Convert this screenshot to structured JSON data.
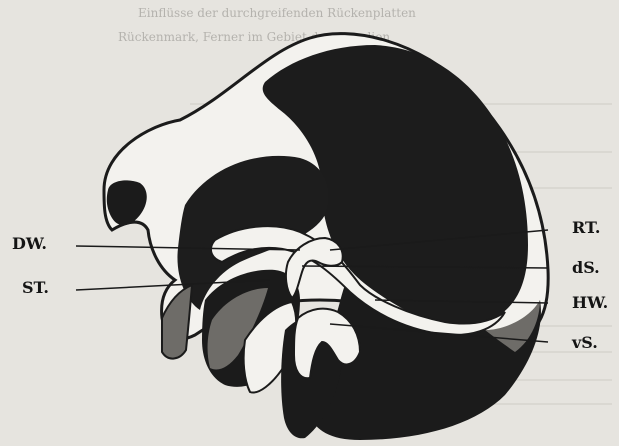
{
  "figure": {
    "labels": {
      "dw": "DW.",
      "st": "ST.",
      "rt": "RT.",
      "ds": "dS.",
      "hw": "HW.",
      "vs": "vS."
    },
    "background_text": {
      "line_a": "Einflüsse der durchgreifenden Rückenplatten",
      "line_b": "Rückenmark, Ferner im Gebiet des Ganglion"
    },
    "colors": {
      "paper": "#e6e4df",
      "ink": "#1b1b1b",
      "section_gray": "#6e6c68"
    }
  }
}
